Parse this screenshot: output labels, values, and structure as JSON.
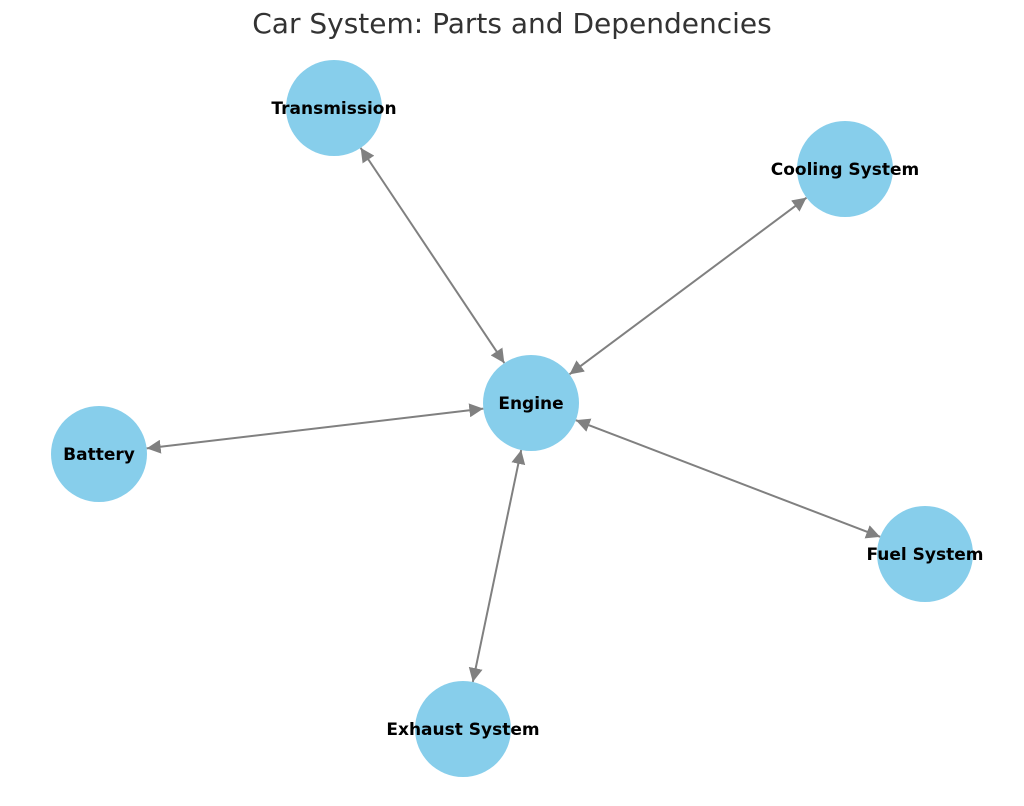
{
  "title": "Car System: Parts and Dependencies",
  "colors": {
    "node_fill": "#87ceeb",
    "edge": "#808080",
    "label": "#000000",
    "title": "#333333"
  },
  "nodes": [
    {
      "id": "engine",
      "label": "Engine"
    },
    {
      "id": "transmission",
      "label": "Transmission"
    },
    {
      "id": "cooling",
      "label": "Cooling System"
    },
    {
      "id": "battery",
      "label": "Battery"
    },
    {
      "id": "fuel",
      "label": "Fuel System"
    },
    {
      "id": "exhaust",
      "label": "Exhaust System"
    }
  ],
  "edges": [
    {
      "from": "engine",
      "to": "transmission",
      "directed": "both"
    },
    {
      "from": "engine",
      "to": "cooling",
      "directed": "both"
    },
    {
      "from": "engine",
      "to": "battery",
      "directed": "both"
    },
    {
      "from": "engine",
      "to": "fuel",
      "directed": "both"
    },
    {
      "from": "engine",
      "to": "exhaust",
      "directed": "both"
    }
  ]
}
